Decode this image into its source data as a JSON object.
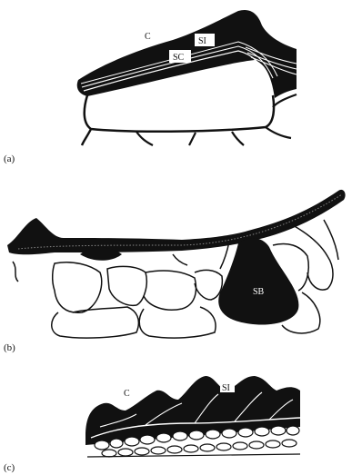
{
  "figure": {
    "panels": [
      {
        "id": "a",
        "label": "(a)",
        "annotations": [
          "C",
          "SI",
          "SC"
        ]
      },
      {
        "id": "b",
        "label": "(b)",
        "annotations": [
          "SB"
        ]
      },
      {
        "id": "c",
        "label": "(c)",
        "annotations": [
          "C",
          "SI"
        ]
      }
    ]
  }
}
